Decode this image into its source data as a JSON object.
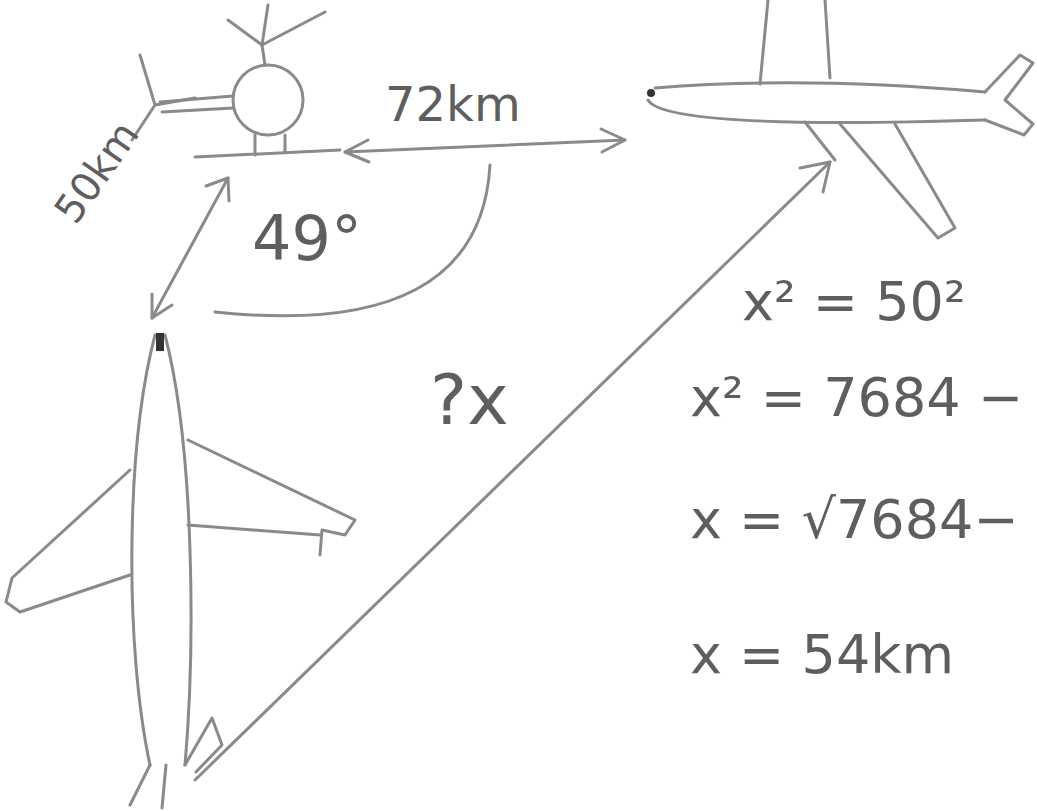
{
  "diagram": {
    "labels": [
      "72km",
      "50km",
      "49°",
      "?x",
      "x² = 50²",
      "x² = 7684 −",
      "x = √7684−",
      "x = 54km"
    ]
  }
}
